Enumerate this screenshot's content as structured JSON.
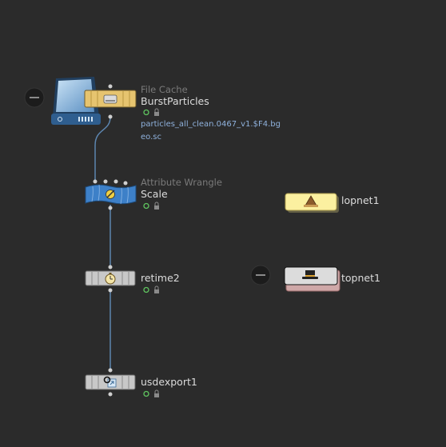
{
  "colors": {
    "background": "#2b2b2b",
    "wire": "#5d86b0",
    "file_node": "#e6c46f",
    "wrangle_node": "#3d80c8",
    "plain_node": "#c8c8c8",
    "lop_node": "#fbf0a0",
    "top_node": "#dcdcdc"
  },
  "nodes": {
    "filecache": {
      "type_label": "File Cache",
      "name": "BurstParticles",
      "path_line1": "particles_all_clean.0467_v1.$F4.bg",
      "path_line2": "eo.sc",
      "icon": "hard-drive-icon"
    },
    "wrangle": {
      "type_label": "Attribute Wrangle",
      "name": "Scale",
      "icon": "wrangle-icon"
    },
    "retime": {
      "name": "retime2",
      "icon": "stopwatch-icon"
    },
    "usdexport": {
      "name": "usdexport1",
      "icon": "usd-export-icon"
    },
    "lopnet": {
      "name": "lopnet1",
      "icon": "lop-network-icon"
    },
    "topnet": {
      "name": "topnet1",
      "icon": "top-hat-icon"
    }
  }
}
